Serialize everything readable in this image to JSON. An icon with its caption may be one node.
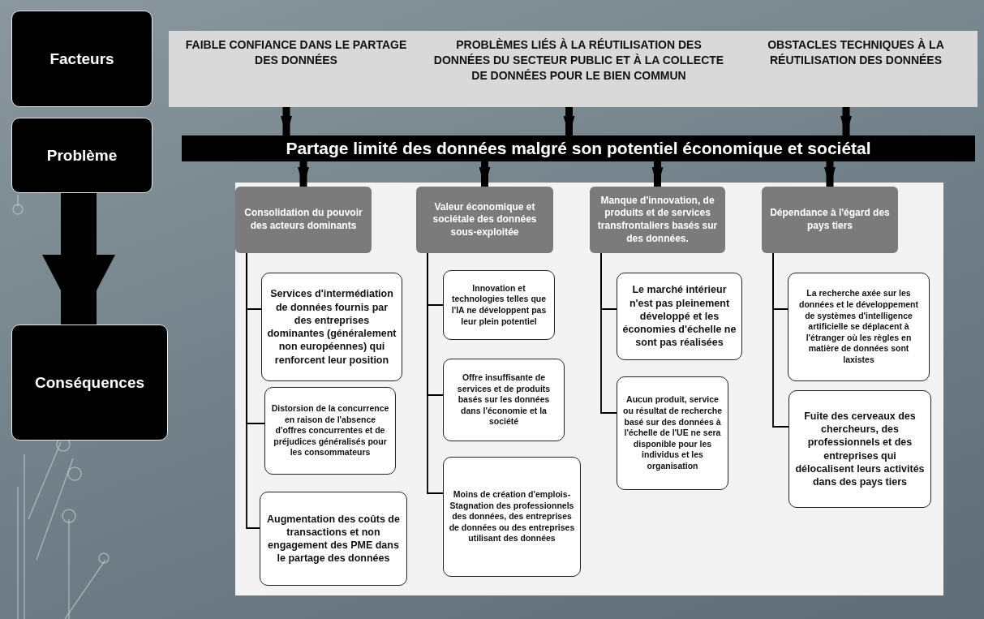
{
  "diagram": {
    "nodes": [
      {
        "text": [
          "Facteurs"
        ]
      },
      {
        "text": [
          "Problème"
        ]
      },
      {
        "text": [
          "Conséquences"
        ]
      },
      {
        "text": [
          "FAIBLE CONFIANCE DANS LE PARTAGE DES DONNÉES"
        ]
      },
      {
        "text": [
          "PROBLÈMES LIÉS À LA RÉUTILISATION DES DONNÉES DU SECTEUR PUBLIC ET À LA COLLECTE DE DONNÉES POUR LE BIEN COMMUN"
        ]
      },
      {
        "text": [
          "OBSTACLES TECHNIQUES À LA RÉUTILISATION DES DONNÉES"
        ]
      },
      {
        "text": [
          "Partage limité des données malgré son potentiel économique et sociétal"
        ]
      },
      {
        "text": [],
        "shape": "box"
      },
      {
        "text": [
          "Consolidation du pouvoir des acteurs dominants"
        ],
        "in": 7
      },
      {
        "text": [
          "Services d'intermédiation de données fournis par des entreprises dominantes (généralement non européennes) qui renforcent leur position"
        ],
        "in": 7
      },
      {
        "text": [
          "Distorsion de la concurrence en raison de l'absence d'offres concurrentes et de préjudices généralisés pour les consommateurs"
        ],
        "in": 7
      },
      {
        "text": [
          "Augmentation des coûts de transactions et non engagement des PME dans le partage des données"
        ],
        "in": 7
      },
      {
        "text": [
          "Valeur économique et sociétale des données sous-exploitée"
        ],
        "in": 7
      },
      {
        "text": [
          "Innovation et technologies telles que l'IA ne développent pas leur plein potentiel"
        ],
        "in": 7
      },
      {
        "text": [
          "Offre insuffisante de services et de produits basés sur les données dans l'économie et la société"
        ],
        "in": 7
      },
      {
        "text": [
          "Moins de création d'emplois- Stagnation des professionnels des données, des entreprises de données ou des entreprises utilisant des données"
        ],
        "in": 7
      },
      {
        "text": [
          "Manque d'innovation, de produits et de services transfrontaliers basés sur des données."
        ],
        "in": 7
      },
      {
        "text": [
          "Le marché intérieur n'est pas pleinement développé et les économies d'échelle ne sont pas réalisées"
        ],
        "in": 7
      },
      {
        "text": [
          "Aucun produit, service ou résultat de recherche basé sur des données à l'échelle de l'UE ne sera disponible pour les individus et les organisation"
        ],
        "in": 7
      },
      {
        "text": [
          "Dépendance à l'égard des pays tiers"
        ],
        "in": 7
      },
      {
        "text": [
          "La recherche axée sur les données et le développement de systèmes d'intelligence artificielle se déplacent à l'étranger où les règles en matière de données sont laxistes"
        ],
        "in": 7
      },
      {
        "text": [
          "Fuite des cerveaux des chercheurs, des professionnels et des entreprises qui délocalisent leurs activités dans des pays tiers"
        ],
        "in": 7
      }
    ],
    "edges": [
      {
        "from": 1,
        "to": 2,
        "arrow": "to",
        "style": "thick"
      },
      {
        "from": 3,
        "to": 6,
        "arrow": "to",
        "style": "thick"
      },
      {
        "from": 4,
        "to": 6,
        "arrow": "to",
        "style": "thick"
      },
      {
        "from": 5,
        "to": 6,
        "arrow": "to",
        "style": "thick"
      },
      {
        "from": 6,
        "to": 8,
        "arrow": "to",
        "style": "thick"
      },
      {
        "from": 6,
        "to": 12,
        "arrow": "to",
        "style": "thick"
      },
      {
        "from": 6,
        "to": 16,
        "arrow": "to",
        "style": "thick"
      },
      {
        "from": 6,
        "to": 19,
        "arrow": "to",
        "style": "thick"
      },
      {
        "from": 8,
        "to": 9,
        "arrow": "none"
      },
      {
        "from": 8,
        "to": 10,
        "arrow": "none"
      },
      {
        "from": 8,
        "to": 11,
        "arrow": "none"
      },
      {
        "from": 12,
        "to": 13,
        "arrow": "none"
      },
      {
        "from": 12,
        "to": 14,
        "arrow": "none"
      },
      {
        "from": 12,
        "to": 15,
        "arrow": "none"
      },
      {
        "from": 16,
        "to": 17,
        "arrow": "none"
      },
      {
        "from": 16,
        "to": 18,
        "arrow": "none"
      },
      {
        "from": 19,
        "to": 20,
        "arrow": "none"
      },
      {
        "from": 19,
        "to": 21,
        "arrow": "none"
      }
    ]
  }
}
